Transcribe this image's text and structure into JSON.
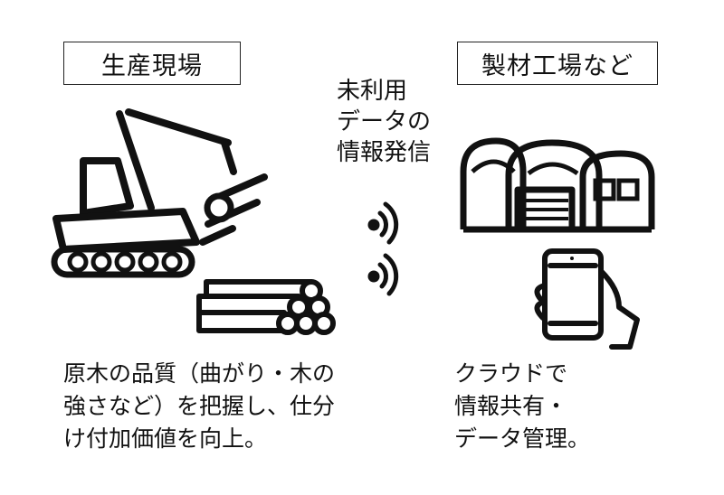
{
  "left": {
    "title": "生産現場",
    "description": "原木の品質（曲がり・木の\n強さなど）を把握し、仕分\nけ付加価値を向上。"
  },
  "center": {
    "line1": "未利用",
    "line2": "データの",
    "line3": "情報発信"
  },
  "right": {
    "title": "製材工場など",
    "description": "クラウドで\n情報共有・\nデータ管理。"
  },
  "icons": [
    "harvester-icon",
    "logs-icon",
    "wireless-signal-icon",
    "factory-icon",
    "smartphone-hand-icon"
  ],
  "colors": {
    "line": "#111111",
    "background": "#ffffff"
  }
}
